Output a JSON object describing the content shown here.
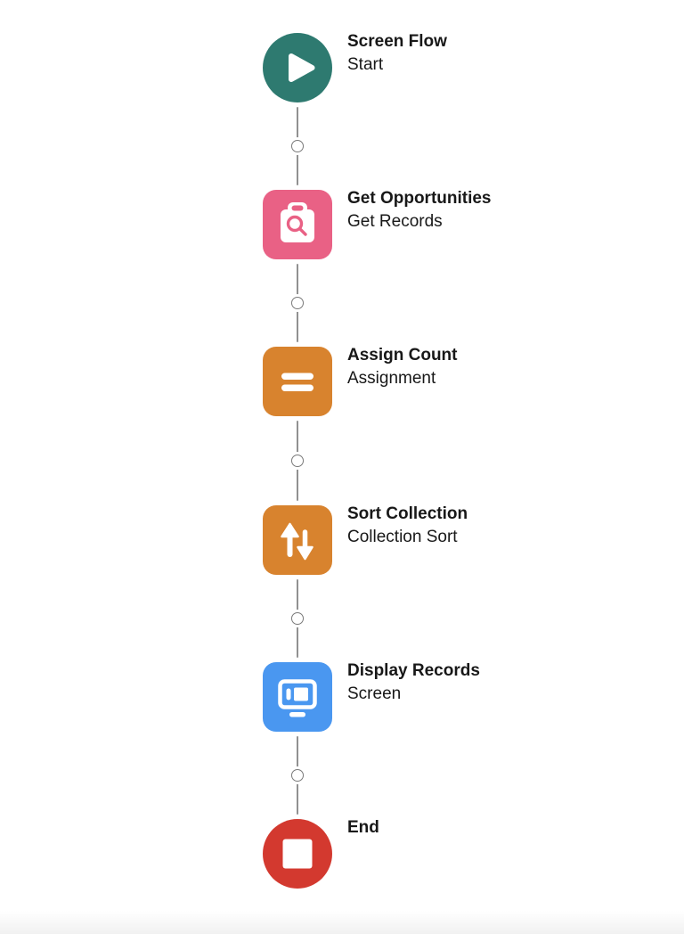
{
  "canvas": {
    "background": "#ffffff",
    "connector_color": "#919191",
    "text_color": "#181818"
  },
  "flow": {
    "nodes": [
      {
        "title": "Screen Flow",
        "subtitle": "Start",
        "type": "start",
        "shape": "circle",
        "color": "#2e7a70",
        "icon": "play-icon"
      },
      {
        "title": "Get Opportunities",
        "subtitle": "Get Records",
        "type": "get-records",
        "shape": "rounded-square",
        "color": "#e96185",
        "icon": "record-lookup-icon"
      },
      {
        "title": "Assign Count",
        "subtitle": "Assignment",
        "type": "assignment",
        "shape": "rounded-square",
        "color": "#d8832e",
        "icon": "equals-icon"
      },
      {
        "title": "Sort Collection",
        "subtitle": "Collection Sort",
        "type": "collection-sort",
        "shape": "rounded-square",
        "color": "#d8832e",
        "icon": "sort-arrows-icon"
      },
      {
        "title": "Display Records",
        "subtitle": "Screen",
        "type": "screen",
        "shape": "rounded-square",
        "color": "#4a97f0",
        "icon": "screen-icon"
      },
      {
        "title": "End",
        "subtitle": "",
        "type": "end",
        "shape": "circle",
        "color": "#d3392f",
        "icon": "stop-square-icon"
      }
    ],
    "connector_count": 5
  }
}
